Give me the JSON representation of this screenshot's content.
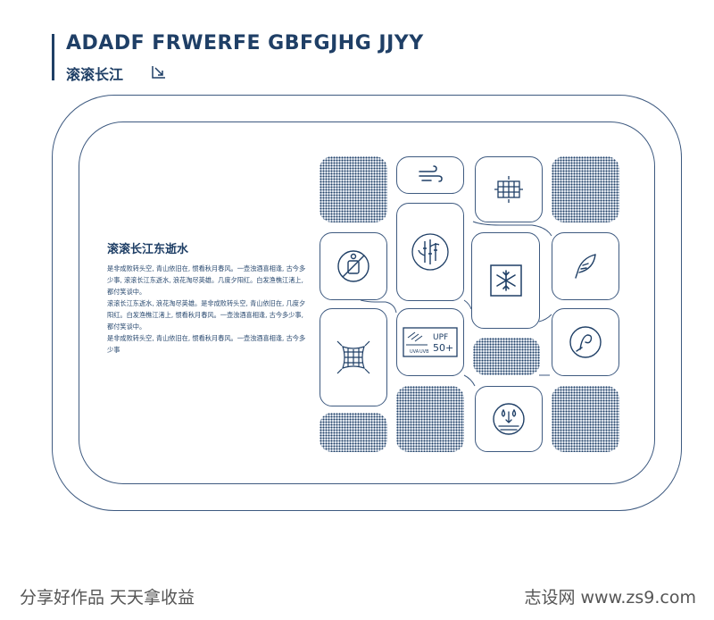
{
  "header": {
    "title": "ADADF FRWERFE  GBFGJHG JJYY",
    "subtitle": "滚滚长江",
    "subtitle_icon": "corner-arrow-icon"
  },
  "content": {
    "heading": "滚滚长江东逝水",
    "paragraphs": [
      "是非成败转头空, 青山依旧在, 惯看秋月春风。一壶浊酒喜相逢, 古今多少事, 滚滚长江东逝水, 浪花淘尽英雄。几度夕阳红。白发渔樵江渚上, 都付笑谈中。",
      "滚滚长江东逝水, 浪花淘尽英雄。是非成败转头空, 青山依旧在, 几度夕阳红。白发渔樵江渚上, 惯看秋月春风。一壶浊酒喜相逢, 古今多少事, 都付笑谈中。",
      "是非成败转头空, 青山依旧在, 惯看秋月春风。一壶浊酒喜相逢, 古今多少事"
    ]
  },
  "icons": {
    "wind": "wind-icon",
    "stretch": "stretch-fabric-icon",
    "bamboo": "bamboo-icon",
    "no_odor": "no-odor-icon",
    "snowflake": "snowflake-icon",
    "feather": "feather-icon",
    "mesh": "breathable-mesh-icon",
    "upf_label": "UPF",
    "upf_value": "50+",
    "uva": "UVA",
    "uvb": "UVB",
    "uv": "uv-protection-icon",
    "hook": "hand-feel-icon",
    "water": "moisture-wicking-icon"
  },
  "footer": {
    "left": "分享好作品 天天拿收益",
    "right": "志设网 www.zs9.com"
  },
  "colors": {
    "primary": "#1f3f66",
    "frame": "#3e5a80",
    "dots_bg": "#e6ebf2"
  }
}
